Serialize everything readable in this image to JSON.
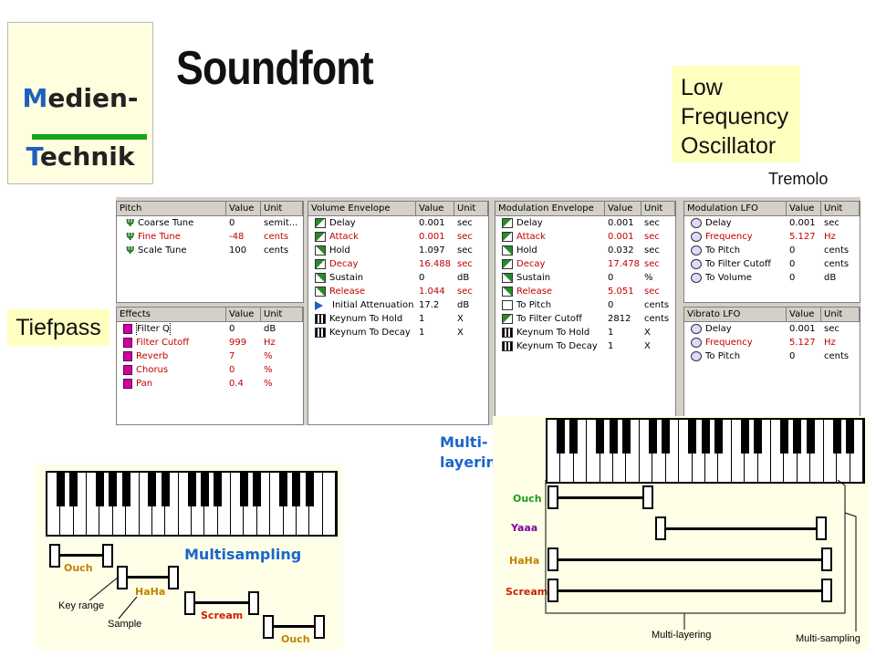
{
  "logo": {
    "line1_cap": "M",
    "line1_rest": "edien-",
    "line2_cap": "T",
    "line2_rest": "echnik"
  },
  "title": "Soundfont",
  "lfo_note": {
    "lines": [
      "Low",
      "Frequency",
      "Oscillator"
    ]
  },
  "tremolo": "Tremolo",
  "tiefpass": "Tiefpass",
  "panels": {
    "pitch": {
      "headers": [
        "Pitch",
        "Value",
        "Unit"
      ],
      "rows": [
        {
          "name": "Coarse Tune",
          "value": "0",
          "unit": "semit..."
        },
        {
          "name": "Fine Tune",
          "value": "-48",
          "unit": "cents"
        },
        {
          "name": "Scale Tune",
          "value": "100",
          "unit": "cents"
        }
      ]
    },
    "effects": {
      "headers": [
        "Effects",
        "Value",
        "Unit"
      ],
      "rows": [
        {
          "name": "Filter Q",
          "value": "0",
          "unit": "dB"
        },
        {
          "name": "Filter Cutoff",
          "value": "999",
          "unit": "Hz"
        },
        {
          "name": "Reverb",
          "value": "7",
          "unit": "%"
        },
        {
          "name": "Chorus",
          "value": "0",
          "unit": "%"
        },
        {
          "name": "Pan",
          "value": "0.4",
          "unit": "%"
        }
      ]
    },
    "volume_env": {
      "headers": [
        "Volume Envelope",
        "Value",
        "Unit"
      ],
      "rows": [
        {
          "name": "Delay",
          "value": "0.001",
          "unit": "sec"
        },
        {
          "name": "Attack",
          "value": "0.001",
          "unit": "sec"
        },
        {
          "name": "Hold",
          "value": "1.097",
          "unit": "sec"
        },
        {
          "name": "Decay",
          "value": "16.488",
          "unit": "sec"
        },
        {
          "name": "Sustain",
          "value": "0",
          "unit": "dB"
        },
        {
          "name": "Release",
          "value": "1.044",
          "unit": "sec"
        },
        {
          "name": "Initial Attenuation",
          "value": "17.2",
          "unit": "dB"
        },
        {
          "name": "Keynum To Hold",
          "value": "1",
          "unit": "X"
        },
        {
          "name": "Keynum To Decay",
          "value": "1",
          "unit": "X"
        }
      ]
    },
    "mod_env": {
      "headers": [
        "Modulation Envelope",
        "Value",
        "Unit"
      ],
      "rows": [
        {
          "name": "Delay",
          "value": "0.001",
          "unit": "sec"
        },
        {
          "name": "Attack",
          "value": "0.001",
          "unit": "sec"
        },
        {
          "name": "Hold",
          "value": "0.032",
          "unit": "sec"
        },
        {
          "name": "Decay",
          "value": "17.478",
          "unit": "sec"
        },
        {
          "name": "Sustain",
          "value": "0",
          "unit": "%"
        },
        {
          "name": "Release",
          "value": "5.051",
          "unit": "sec"
        },
        {
          "name": "To Pitch",
          "value": "0",
          "unit": "cents"
        },
        {
          "name": "To Filter Cutoff",
          "value": "2812",
          "unit": "cents"
        },
        {
          "name": "Keynum To Hold",
          "value": "1",
          "unit": "X"
        },
        {
          "name": "Keynum To Decay",
          "value": "1",
          "unit": "X"
        }
      ]
    },
    "mod_lfo": {
      "headers": [
        "Modulation LFO",
        "Value",
        "Unit"
      ],
      "rows": [
        {
          "name": "Delay",
          "value": "0.001",
          "unit": "sec"
        },
        {
          "name": "Frequency",
          "value": "5.127",
          "unit": "Hz"
        },
        {
          "name": "To Pitch",
          "value": "0",
          "unit": "cents"
        },
        {
          "name": "To Filter Cutoff",
          "value": "0",
          "unit": "cents"
        },
        {
          "name": "To Volume",
          "value": "0",
          "unit": "dB"
        }
      ]
    },
    "vib_lfo": {
      "headers": [
        "Vibrato LFO",
        "Value",
        "Unit"
      ],
      "rows": [
        {
          "name": "Delay",
          "value": "0.001",
          "unit": "sec"
        },
        {
          "name": "Frequency",
          "value": "5.127",
          "unit": "Hz"
        },
        {
          "name": "To Pitch",
          "value": "0",
          "unit": "cents"
        }
      ]
    }
  },
  "multisampling": {
    "label": "Multisampling",
    "samples": [
      "Ouch",
      "HaHa",
      "Scream",
      "Ouch"
    ],
    "key_range": "Key range",
    "sample": "Sample"
  },
  "multilayering": {
    "label_line1": "Multi-",
    "label_line2": "layering",
    "samples": [
      "Ouch",
      "Yaaa",
      "HaHa",
      "Scream"
    ],
    "bottom_left": "Multi-layering",
    "bottom_right": "Multi-sampling"
  },
  "colors": {
    "logo_cap": "#1f5fbf",
    "logo_bar": "#1aa31a",
    "note_bg": "#ffffc0",
    "label_blue": "#1a66cc",
    "sample_green": "#1a9a1a",
    "sample_orange": "#c08000",
    "sample_red": "#cc2000",
    "sample_purple": "#8000a0"
  }
}
